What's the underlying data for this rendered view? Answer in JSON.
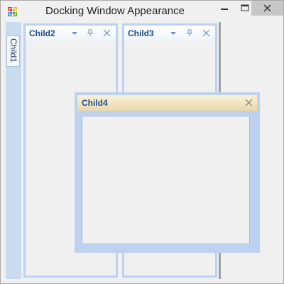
{
  "window": {
    "title": "Docking Window Appearance",
    "app_icon": "app-icon",
    "caption_buttons": [
      "minimize-icon",
      "maximize-icon",
      "close-icon"
    ]
  },
  "autohide": {
    "tab_label": "Child1"
  },
  "panels": [
    {
      "title": "Child2",
      "icons": [
        "dropdown-arrow-icon",
        "pin-icon",
        "close-icon"
      ]
    },
    {
      "title": "Child3",
      "icons": [
        "dropdown-arrow-icon",
        "pin-icon",
        "close-icon"
      ]
    }
  ],
  "floating": {
    "title": "Child4",
    "icons": [
      "close-icon"
    ]
  },
  "colors": {
    "panel_border": "#bcd2f0",
    "panel_title": "#1e4b8f",
    "floating_header": "#ead8aa",
    "autohide_strip": "#c9dbef",
    "close_button": "#c7c7c7"
  }
}
